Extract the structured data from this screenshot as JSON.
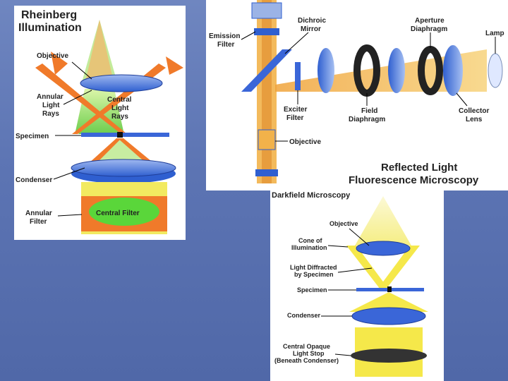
{
  "rheinberg": {
    "title_line1": "Rheinberg",
    "title_line2": "Illumination",
    "objective": "Objective",
    "annular_rays": [
      "Annular",
      "Light",
      "Rays"
    ],
    "central_rays": [
      "Central",
      "Light",
      "Rays"
    ],
    "specimen": "Specimen",
    "condenser": "Condenser",
    "annular_filter": [
      "Annular",
      "Filter"
    ],
    "central_filter": "Central Filter"
  },
  "fluorescence": {
    "emission_filter": [
      "Emission",
      "Filter"
    ],
    "dichroic_mirror": [
      "Dichroic",
      "Mirror"
    ],
    "aperture_diaphragm": [
      "Aperture",
      "Diaphragm"
    ],
    "lamp": "Lamp",
    "exciter_filter": [
      "Exciter",
      "Filter"
    ],
    "field_diaphragm": [
      "Field",
      "Diaphragm"
    ],
    "collector_lens": [
      "Collector",
      "Lens"
    ],
    "objective": "Objective",
    "title_line1": "Reflected Light",
    "title_line2": "Fluorescence Microscopy"
  },
  "darkfield": {
    "title": "Darkfield Microscopy",
    "objective": "Objective",
    "cone": [
      "Cone of",
      "Illumination"
    ],
    "diffracted": [
      "Light Diffracted",
      "by Specimen"
    ],
    "specimen": "Specimen",
    "condenser": "Condenser",
    "stop": [
      "Central Opaque",
      "Light Stop",
      "(Beneath Condenser)"
    ]
  },
  "colors": {
    "background": "#5c74b3",
    "lens_blue": "#2f5fd0",
    "ray_orange": "#f07a2a",
    "ray_green": "#6fd93a",
    "ray_yellow": "#f5e84a"
  }
}
